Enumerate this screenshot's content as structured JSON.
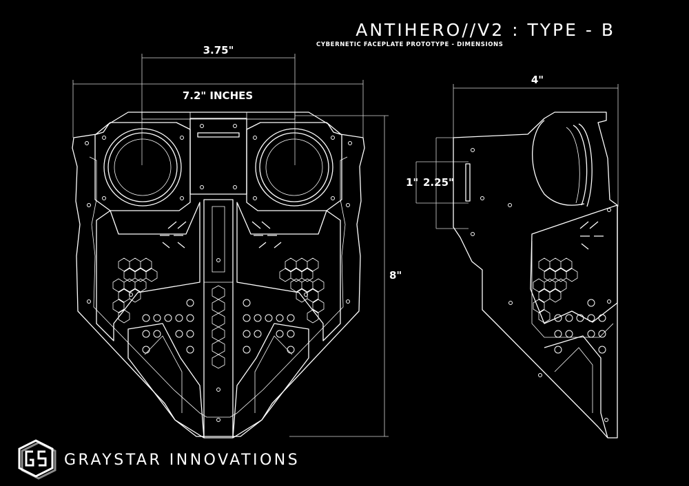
{
  "header": {
    "title": "ANTIHERO//V2 : TYPE - B",
    "subtitle": "CYBERNETIC FACEPLATE PROTOTYPE - DIMENSIONS"
  },
  "dimensions": {
    "eye_spacing": "3.75\"",
    "total_width": "7.2\" INCHES",
    "height": "8\"",
    "side_depth": "4\"",
    "lens_small": "1\"",
    "lens_large": "2.25\""
  },
  "brand": {
    "name": "GRAYSTAR INNOVATIONS",
    "logo_icon": "gs-logo-icon"
  },
  "colors": {
    "background": "#000000",
    "line": "#ffffff",
    "logo_shadow": "#8c8c8c"
  }
}
